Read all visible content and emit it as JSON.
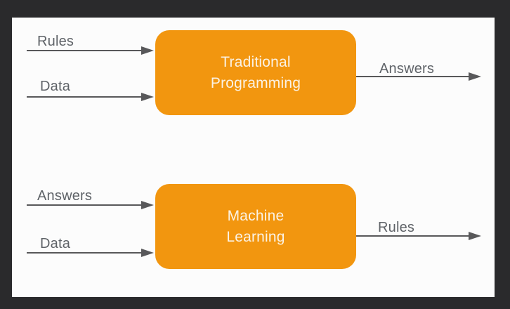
{
  "diagram": {
    "type": "flow-comparison",
    "flows": [
      {
        "name": "traditional-programming",
        "inputs": [
          "Rules",
          "Data"
        ],
        "process_lines": [
          "Traditional",
          "Programming"
        ],
        "output": "Answers"
      },
      {
        "name": "machine-learning",
        "inputs": [
          "Answers",
          "Data"
        ],
        "process_lines": [
          "Machine",
          "Learning"
        ],
        "output": "Rules"
      }
    ],
    "icons": {
      "arrow": "arrow-right"
    },
    "colors": {
      "process_box_fill": "#F2960F",
      "process_box_text": "#FBF2E4",
      "arrow_stroke": "#58585A",
      "label_text": "#5F6368",
      "slide_background": "#FCFCFC",
      "frame_background": "#2A2A2C"
    }
  }
}
